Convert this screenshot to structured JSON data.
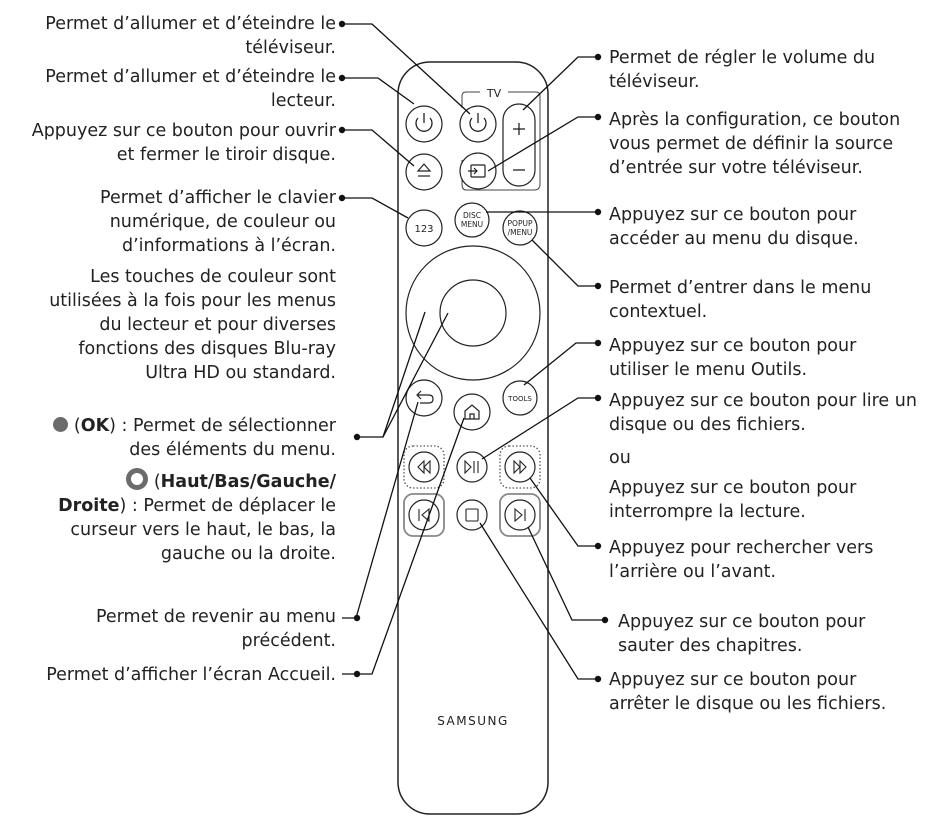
{
  "left_labels": {
    "tv_power": [
      "Permet d’allumer et d’éteindre le",
      "téléviseur."
    ],
    "player_power": [
      "Permet d’allumer et d’éteindre le",
      "lecteur."
    ],
    "eject": [
      "Appuyez sur ce bouton pour ouvrir",
      "et fermer le tiroir disque."
    ],
    "num123": [
      "Permet d’afficher le clavier",
      "numérique, de couleur ou",
      "d’informations à l’écran."
    ],
    "color_keys": [
      "Les touches de couleur sont",
      "utilisées à la fois pour les menus",
      "du lecteur et pour diverses",
      "fonctions des disques Blu-ray",
      "Ultra HD ou standard."
    ],
    "ok": {
      "open": "(",
      "bold": "OK",
      "rest": ") : Permet de sélectionner",
      "line2": "des éléments du menu."
    },
    "dpad": {
      "open": "(",
      "bold1": "Haut/Bas/Gauche/",
      "bold2": "Droite",
      "rest": ") : Permet de déplacer le",
      "line3": "curseur vers le haut, le bas, la",
      "line4": "gauche ou la droite."
    },
    "back": [
      "Permet de revenir au menu",
      "précédent."
    ],
    "home": [
      "Permet d’afficher l’écran Accueil."
    ]
  },
  "right_labels": {
    "volume": [
      "Permet de régler le volume du",
      "téléviseur."
    ],
    "source": [
      "Après la configuration, ce bouton",
      "vous permet de définir la source",
      "d’entrée sur votre téléviseur."
    ],
    "disc_menu": [
      "Appuyez sur ce bouton pour",
      "accéder au menu du disque."
    ],
    "popup": [
      "Permet d’entrer dans le menu",
      "contextuel."
    ],
    "tools": [
      "Appuyez sur ce bouton pour",
      "utiliser le menu Outils."
    ],
    "play_pause": [
      "Appuyez sur ce bouton pour lire un",
      "disque ou des fichiers."
    ],
    "or": "ou",
    "pause": [
      "Appuyez sur ce bouton pour",
      "interrompre la lecture."
    ],
    "search": [
      "Appuyez pour rechercher vers",
      "l’arrière ou l’avant."
    ],
    "skip": [
      "Appuyez sur ce bouton pour",
      "sauter des chapitres."
    ],
    "stop": [
      "Appuyez sur ce bouton pour",
      "arrêter le disque ou les fichiers."
    ]
  },
  "remote": {
    "tv_label": "TV",
    "btn_123": "123",
    "btn_disc_menu": [
      "DISC",
      "MENU"
    ],
    "btn_popup_menu": [
      "POPUP",
      "/MENU"
    ],
    "btn_tools": "TOOLS",
    "brand": "SAMSUNG"
  },
  "colors": {
    "line": "#111111",
    "ok_button": "#6b6b6b",
    "remote_body": "#ffffff"
  }
}
